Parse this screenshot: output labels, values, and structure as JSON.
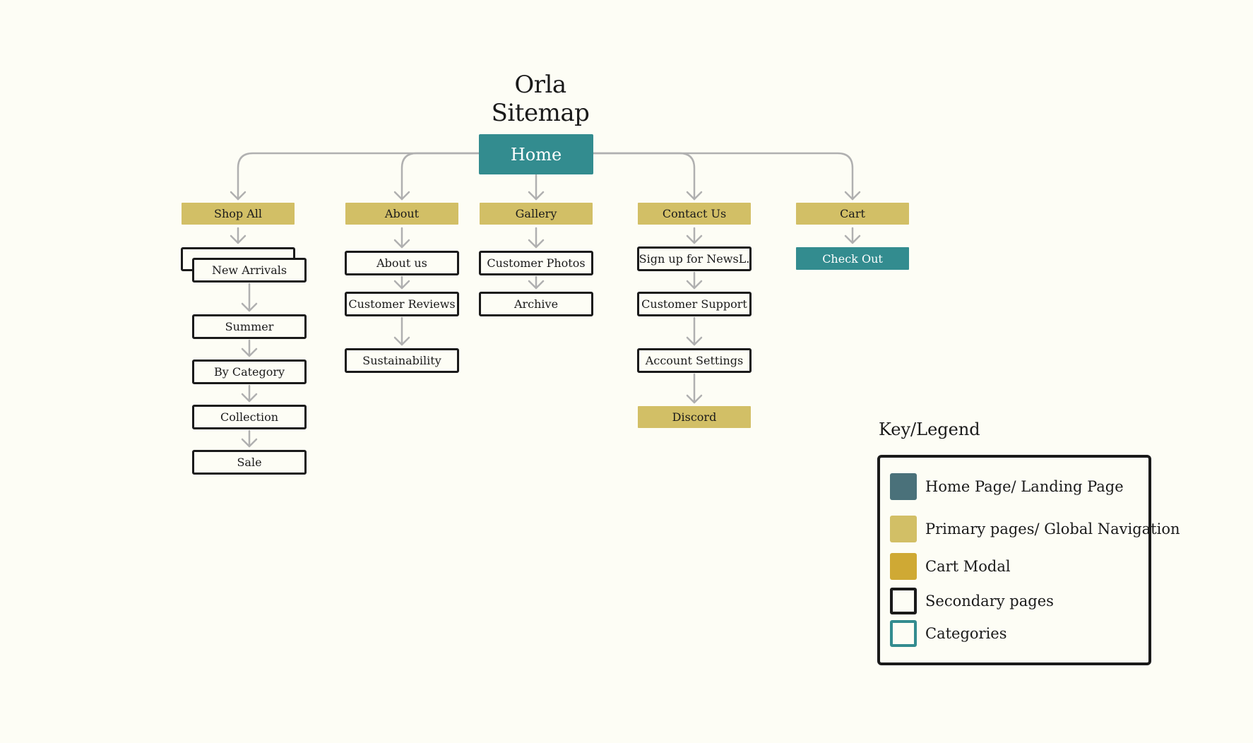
{
  "title": "Orla Sitemap",
  "home": {
    "label": "Home"
  },
  "columns": [
    {
      "primary": "Shop All",
      "pages": [
        "New Arrivals",
        "Summer",
        "By Category",
        "Collection",
        "Sale"
      ]
    },
    {
      "primary": "About",
      "pages": [
        "About us",
        "Customer Reviews",
        "Sustainability"
      ]
    },
    {
      "primary": "Gallery",
      "pages": [
        "Customer Photos",
        "Archive"
      ]
    },
    {
      "primary": "Contact Us",
      "pages": [
        "Sign up for NewsL.",
        "Customer Support",
        "Account Settings"
      ],
      "tail": "Discord"
    },
    {
      "primary": "Cart",
      "checkout": "Check Out"
    }
  ],
  "legend": {
    "title": "Key/Legend",
    "items": [
      {
        "label": "Home Page/ Landing Page",
        "color": "#4a717a"
      },
      {
        "label": "Primary pages/ Global Navigation",
        "color": "#d2bf66"
      },
      {
        "label": "Cart Modal",
        "color": "#cfa934"
      },
      {
        "label": "Secondary pages",
        "color": "#1a1a1a"
      },
      {
        "label": "Categories",
        "color": "#338c8f"
      }
    ]
  },
  "colors": {
    "background": "#fdfdf5",
    "home": "#338c8f",
    "primary": "#d2bf66",
    "connector": "#b0b0b0",
    "border": "#1a1a1a"
  }
}
